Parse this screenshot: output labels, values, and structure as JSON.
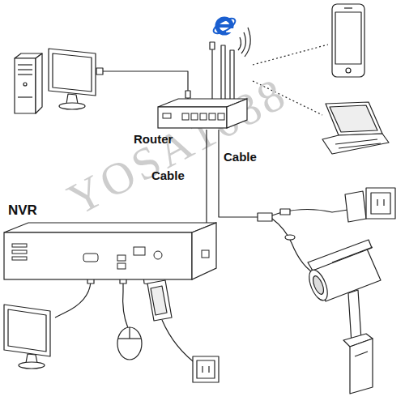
{
  "diagram": {
    "nodes": [
      {
        "text": [
          "Router"
        ]
      },
      {
        "text": [
          "NVR"
        ]
      }
    ],
    "edges": [
      {
        "from": 0,
        "to": 1,
        "arrow": "none",
        "label": "Cable"
      }
    ],
    "labels": [
      "Cable",
      "YOSA1688"
    ]
  }
}
